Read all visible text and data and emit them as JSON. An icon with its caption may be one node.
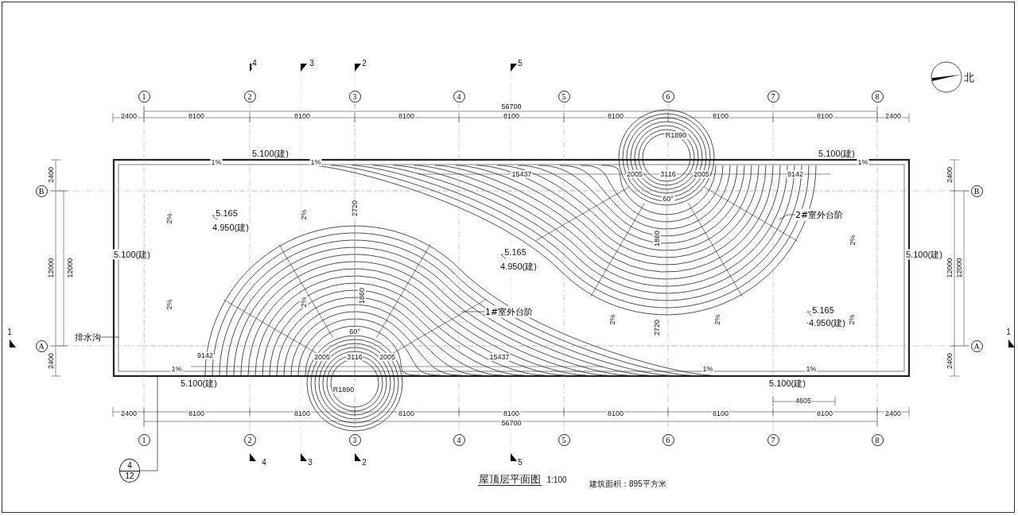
{
  "diagram": {
    "title": "屋顶层平面图",
    "nodes": [
      {
        "text": [
          "1"
        ]
      },
      {
        "text": [
          "2"
        ]
      },
      {
        "text": [
          "3"
        ]
      },
      {
        "text": [
          "4"
        ]
      },
      {
        "text": [
          "5"
        ]
      },
      {
        "text": [
          "6"
        ]
      },
      {
        "text": [
          "7"
        ]
      },
      {
        "text": [
          "8"
        ]
      },
      {
        "text": [
          "1"
        ]
      },
      {
        "text": [
          "2"
        ]
      },
      {
        "text": [
          "3"
        ]
      },
      {
        "text": [
          "4"
        ]
      },
      {
        "text": [
          "5"
        ]
      },
      {
        "text": [
          "6"
        ]
      },
      {
        "text": [
          "7"
        ]
      },
      {
        "text": [
          "8"
        ]
      },
      {
        "text": [
          "B"
        ]
      },
      {
        "text": [
          "A"
        ]
      },
      {
        "text": [
          "B"
        ]
      },
      {
        "text": [
          "A"
        ]
      },
      {
        "text": [
          "4",
          "12"
        ]
      },
      {
        "text": [
          "1#室外台阶"
        ]
      },
      {
        "text": [
          "2#室外台阶"
        ]
      },
      {
        "text": [
          "排水沟"
        ]
      }
    ],
    "edges": [
      {
        "from": 20,
        "to": null,
        "arrow": "none"
      },
      {
        "from": 21,
        "to": null,
        "arrow": "none"
      },
      {
        "from": 22,
        "to": null,
        "arrow": "none"
      },
      {
        "from": 23,
        "to": null,
        "arrow": "none"
      }
    ],
    "labels": [
      "4",
      "3",
      "2",
      "5",
      "北",
      "56700",
      "2400",
      "8100",
      "8100",
      "8100",
      "8100",
      "8100",
      "8100",
      "8100",
      "2400",
      "2400",
      "12000",
      "12000",
      "2400",
      "2400",
      "12000",
      "12000",
      "2400",
      "5.100(建)",
      "5.100(建)",
      "1%",
      "1%",
      "1%",
      "5.165",
      "4.950(建)",
      "2%",
      "2%",
      "2%",
      "2%",
      "5.100(建)",
      "5.100(建)",
      "15437",
      "2005",
      "3116",
      "2005",
      "9142",
      "R1890",
      "60°",
      "1860",
      "2720",
      "5.165",
      "4.950(建)",
      "2%",
      "2%",
      "2%",
      "2720",
      "1860",
      "60°",
      "9142",
      "2005",
      "3116",
      "2005",
      "15437",
      "R1890",
      "5.165",
      "4.950(建)",
      "2%",
      "1%",
      "5.100(建)",
      "1%",
      "1%",
      "5.100(建)",
      "4605",
      "2400",
      "8100",
      "8100",
      "8100",
      "8100",
      "8100",
      "8100",
      "8100",
      "2400",
      "56700",
      "4",
      "3",
      "2",
      "5",
      "1",
      "1",
      "1:100",
      "建筑面积：895平方米"
    ]
  }
}
